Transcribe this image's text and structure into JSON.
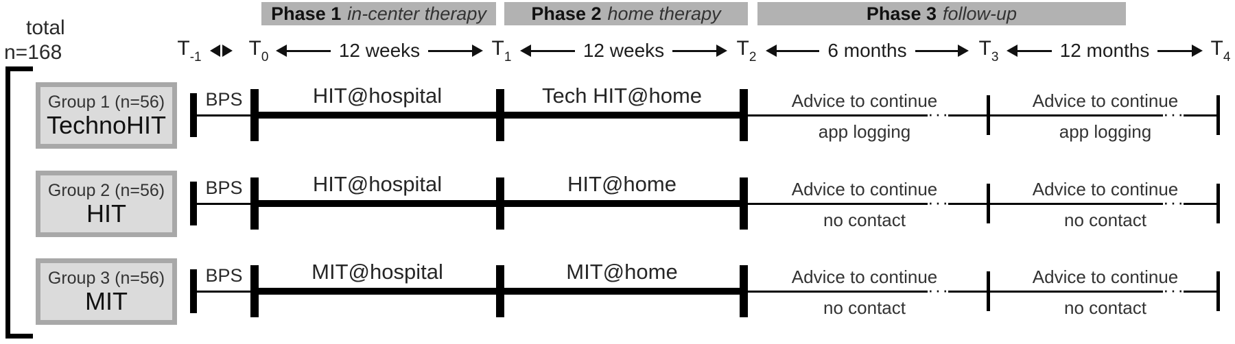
{
  "header": {
    "total_label": "total",
    "total_n": "n=168",
    "phases": [
      {
        "name": "Phase 1",
        "subtitle": "in-center therapy"
      },
      {
        "name": "Phase 2",
        "subtitle": "home therapy"
      },
      {
        "name": "Phase 3",
        "subtitle": "follow-up"
      }
    ]
  },
  "timeline": {
    "timepoints": [
      {
        "label": "T",
        "sub": "-1"
      },
      {
        "label": "T",
        "sub": "0"
      },
      {
        "label": "T",
        "sub": "1"
      },
      {
        "label": "T",
        "sub": "2"
      },
      {
        "label": "T",
        "sub": "3"
      },
      {
        "label": "T",
        "sub": "4"
      }
    ],
    "intervals": [
      "12 weeks",
      "12 weeks",
      "6 months",
      "12 months"
    ]
  },
  "groups": [
    {
      "title": "Group 1 (n=56)",
      "name": "TechnoHIT",
      "baseline_label": "BPS",
      "phase1_label": "HIT@hospital",
      "phase2_label": "Tech HIT@home",
      "followup1_top": "Advice to continue",
      "followup1_bottom": "app logging",
      "followup2_top": "Advice to continue",
      "followup2_bottom": "app logging"
    },
    {
      "title": "Group 2 (n=56)",
      "name": "HIT",
      "baseline_label": "BPS",
      "phase1_label": "HIT@hospital",
      "phase2_label": "HIT@home",
      "followup1_top": "Advice to continue",
      "followup1_bottom": "no contact",
      "followup2_top": "Advice to continue",
      "followup2_bottom": "no contact"
    },
    {
      "title": "Group 3 (n=56)",
      "name": "MIT",
      "baseline_label": "BPS",
      "phase1_label": "MIT@hospital",
      "phase2_label": "MIT@home",
      "followup1_top": "Advice to continue",
      "followup1_bottom": "no contact",
      "followup2_top": "Advice to continue",
      "followup2_bottom": "no contact"
    }
  ],
  "misc": {
    "ellipsis": "···"
  },
  "colors": {
    "phase_band_bg": "#b2b2b2",
    "group_box_bg": "#dbdbdb",
    "group_box_border": "#a8a8a8",
    "line_color": "#000000"
  }
}
